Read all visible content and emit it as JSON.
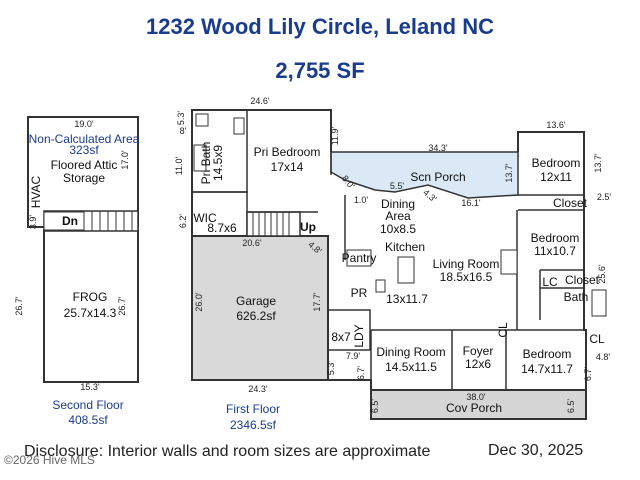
{
  "header": {
    "address": "1232 Wood Lily Circle, Leland NC",
    "total_sf": "2,755 SF"
  },
  "second_floor": {
    "noncalc_title": "Non-Calculated Area",
    "noncalc_sf": "323sf",
    "attic_l1": "Floored Attic",
    "attic_l2": "Storage",
    "hvac": "HVAC",
    "dn": "Dn",
    "frog_name": "FROG",
    "frog_size": "25.7x14.3",
    "label": "Second Floor",
    "sf": "408.5sf",
    "dims": {
      "top": "19.0'",
      "right_top": "17.0'",
      "left_small": "3.9'",
      "left": "26.7'",
      "right": "26.7'",
      "bottom": "15.3'"
    }
  },
  "first_floor": {
    "label": "First Floor",
    "sf": "2346.5sf",
    "rooms": {
      "pri_bath": {
        "name": "Pri Bath",
        "size": "14.5x9"
      },
      "pri_bed": {
        "name": "Pri Bedroom",
        "size": "17x14"
      },
      "scn_porch": {
        "name": "Scn Porch"
      },
      "bedroom1": {
        "name": "Bedroom",
        "size": "12x11"
      },
      "closet1": "Closet",
      "dining_area": {
        "name": "Dining",
        "name2": "Area",
        "size": "10x8.5"
      },
      "wic": {
        "name": "WIC",
        "size": "8.7x6"
      },
      "up": "Up",
      "pantry": "Pantry",
      "kitchen": {
        "name": "Kitchen",
        "size": "13x11.7"
      },
      "living": {
        "name": "Living Room",
        "size": "18.5x16.5"
      },
      "bedroom2": {
        "name": "Bedroom",
        "size": "11x10.7"
      },
      "lc": "LC",
      "closet2": "Closet",
      "bath": "Bath",
      "cl1": "CL",
      "cl2": "CL",
      "garage": {
        "name": "Garage",
        "size": "626.2sf"
      },
      "pr": "PR",
      "laundry": {
        "size": "8x7",
        "name": "LDY"
      },
      "dining_room": {
        "name": "Dining Room",
        "size": "14.5x11.5"
      },
      "foyer": {
        "name": "Foyer",
        "size": "12x6"
      },
      "bedroom3": {
        "name": "Bedroom",
        "size": "14.7x11.7"
      },
      "cov_porch": {
        "name": "Cov Porch"
      }
    },
    "dims": {
      "d_24_6": "24.6'",
      "d_5_3": "5.3'",
      "d_8": "8'",
      "d_11_0": "11.0'",
      "d_11_9": "11.9'",
      "d_34_3": "34.3'",
      "d_13_6": "13.6'",
      "d_13_7a": "13.7'",
      "d_13_7b": "13.7'",
      "d_8_0": "8.0'",
      "d_5_5": "5.5'",
      "d_4_3": "4.3'",
      "d_1_0": "1.0'",
      "d_16_1": "16.1'",
      "d_2_5": "2.5'",
      "d_6_2": "6.2'",
      "d_20_6": "20.6'",
      "d_4_8a": "4.8'",
      "d_26_0": "26.0'",
      "d_17_7": "17.7'",
      "d_25_6": "25.6'",
      "d_7_9": "7.9'",
      "d_5_3b": "5.3'",
      "d_6_7a": "6.7'",
      "d_24_3": "24.3'",
      "d_38_0": "38.0'",
      "d_6_5a": "6.5'",
      "d_6_5b": "6.5'",
      "d_6_7b": "6.7'",
      "d_4_8b": "4.8'"
    }
  },
  "footer": {
    "disclosure": "Disclosure: Interior walls and room sizes are approximate",
    "date": "Dec 30, 2025",
    "copyright": "©2026 Hive MLS"
  },
  "colors": {
    "title": "#1a3c8f",
    "scn_porch_fill": "#dbe9f6",
    "garage_fill": "#d9d9d9",
    "porch_fill": "#d6d6d6"
  }
}
